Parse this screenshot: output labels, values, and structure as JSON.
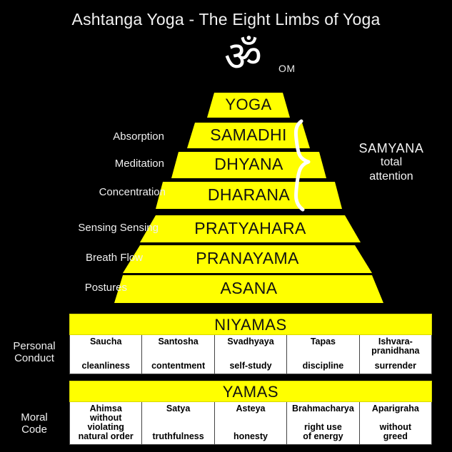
{
  "title": "Ashtanga Yoga - The Eight Limbs of Yoga",
  "om": {
    "glyph": "ॐ",
    "label": "OM"
  },
  "colors": {
    "band": "#ffff00",
    "background": "#000000",
    "text": "#ffffff",
    "band_text": "#111111"
  },
  "pyramid": {
    "bands": [
      {
        "label": "YOGA",
        "side": ""
      },
      {
        "label": "SAMADHI",
        "side": "Absorption"
      },
      {
        "label": "DHYANA",
        "side": "Meditation"
      },
      {
        "label": "DHARANA",
        "side": "Concentration"
      },
      {
        "label": "PRATYAHARA",
        "side": "Sensing Sensing"
      },
      {
        "label": "PRANAYAMA",
        "side": "Breath Flow"
      },
      {
        "label": "ASANA",
        "side": "Postures"
      }
    ]
  },
  "samyana": {
    "title": "SAMYANA",
    "line2": "total",
    "line3": "attention",
    "spans": [
      "SAMADHI",
      "DHYANA",
      "DHARANA"
    ]
  },
  "tables": [
    {
      "heading": "NIYAMAS",
      "side_label_line1": "Personal",
      "side_label_line2": "Conduct",
      "cells": [
        {
          "term": "Saucha",
          "meaning": "cleanliness"
        },
        {
          "term": "Santosha",
          "meaning": "contentment"
        },
        {
          "term": "Svadhyaya",
          "meaning": "self-study"
        },
        {
          "term": "Tapas",
          "meaning": "discipline"
        },
        {
          "term": "Ishvara-\npranidhana",
          "meaning": "surrender"
        }
      ]
    },
    {
      "heading": "YAMAS",
      "side_label_line1": "Moral",
      "side_label_line2": "Code",
      "cells": [
        {
          "term": "Ahimsa",
          "meaning": "without\nviolating\nnatural order"
        },
        {
          "term": "Satya",
          "meaning": "truthfulness"
        },
        {
          "term": "Asteya",
          "meaning": "honesty"
        },
        {
          "term": "Brahmacharya",
          "meaning": "right use\nof energy"
        },
        {
          "term": "Aparigraha",
          "meaning": "without\ngreed"
        }
      ]
    }
  ]
}
